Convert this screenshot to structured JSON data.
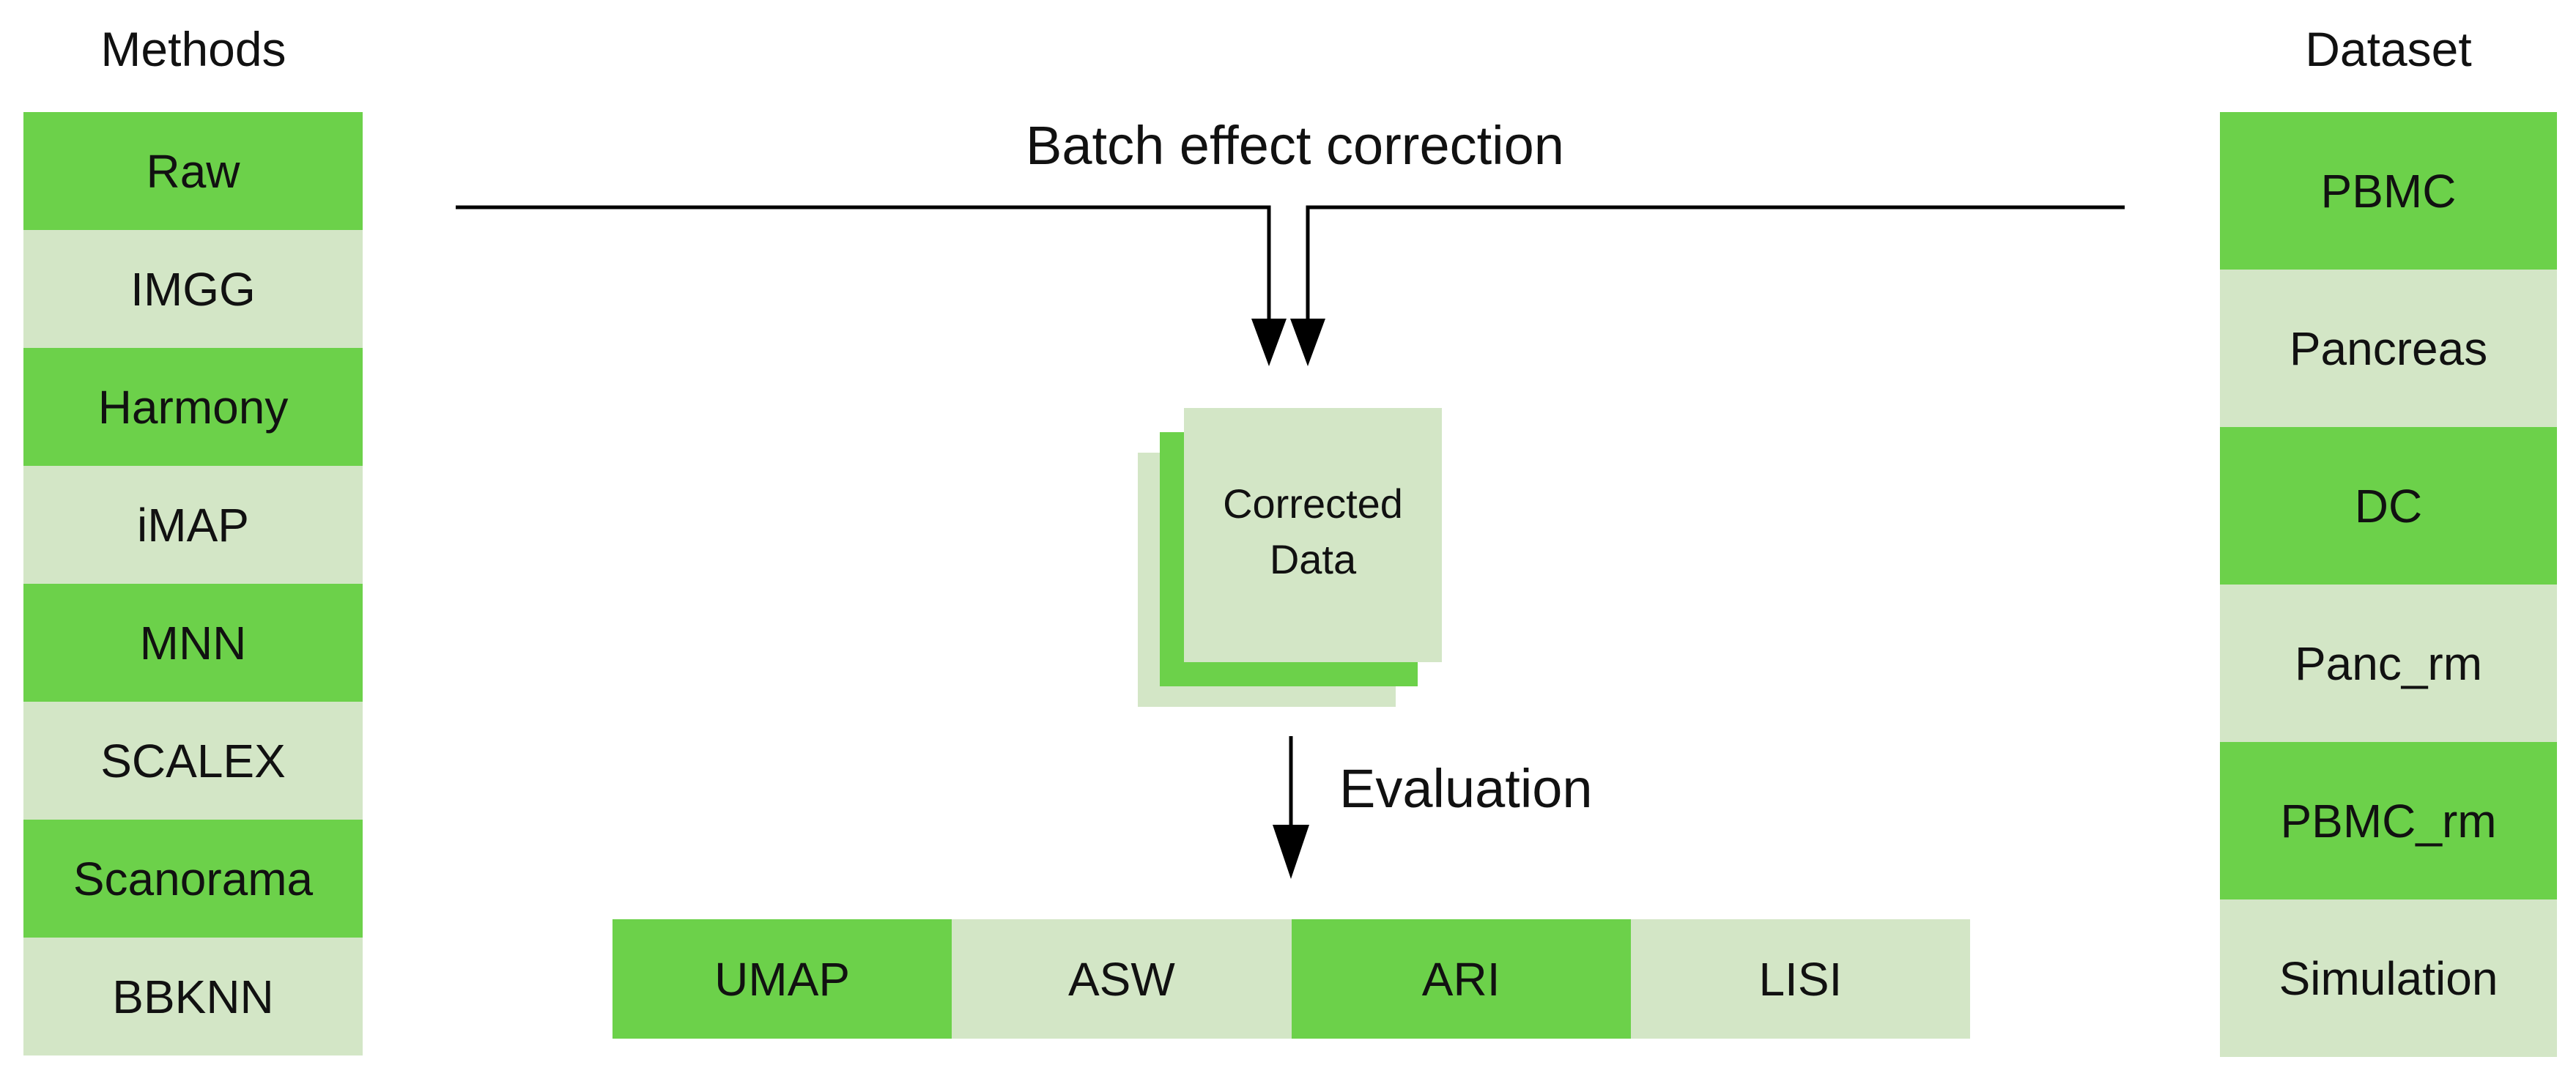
{
  "methods": {
    "title": "Methods",
    "items": [
      {
        "label": "Raw",
        "tone": "dark"
      },
      {
        "label": "IMGG",
        "tone": "light"
      },
      {
        "label": "Harmony",
        "tone": "dark"
      },
      {
        "label": "iMAP",
        "tone": "light"
      },
      {
        "label": "MNN",
        "tone": "dark"
      },
      {
        "label": "SCALEX",
        "tone": "light"
      },
      {
        "label": "Scanorama",
        "tone": "dark"
      },
      {
        "label": "BBKNN",
        "tone": "light"
      }
    ]
  },
  "dataset": {
    "title": "Dataset",
    "items": [
      {
        "label": "PBMC",
        "tone": "dark"
      },
      {
        "label": "Pancreas",
        "tone": "light"
      },
      {
        "label": "DC",
        "tone": "dark"
      },
      {
        "label": "Panc_rm",
        "tone": "light"
      },
      {
        "label": "PBMC_rm",
        "tone": "dark"
      },
      {
        "label": "Simulation",
        "tone": "light"
      }
    ]
  },
  "flow": {
    "top_label": "Batch effect correction",
    "center_line1": "Corrected",
    "center_line2": "Data",
    "evaluation_label": "Evaluation"
  },
  "metrics": {
    "items": [
      {
        "label": "UMAP",
        "tone": "dark"
      },
      {
        "label": "ASW",
        "tone": "light"
      },
      {
        "label": "ARI",
        "tone": "dark"
      },
      {
        "label": "LISI",
        "tone": "light"
      }
    ]
  },
  "colors": {
    "dark_green": "#6cd14a",
    "light_green": "#d3e6c6",
    "line": "#000000"
  }
}
